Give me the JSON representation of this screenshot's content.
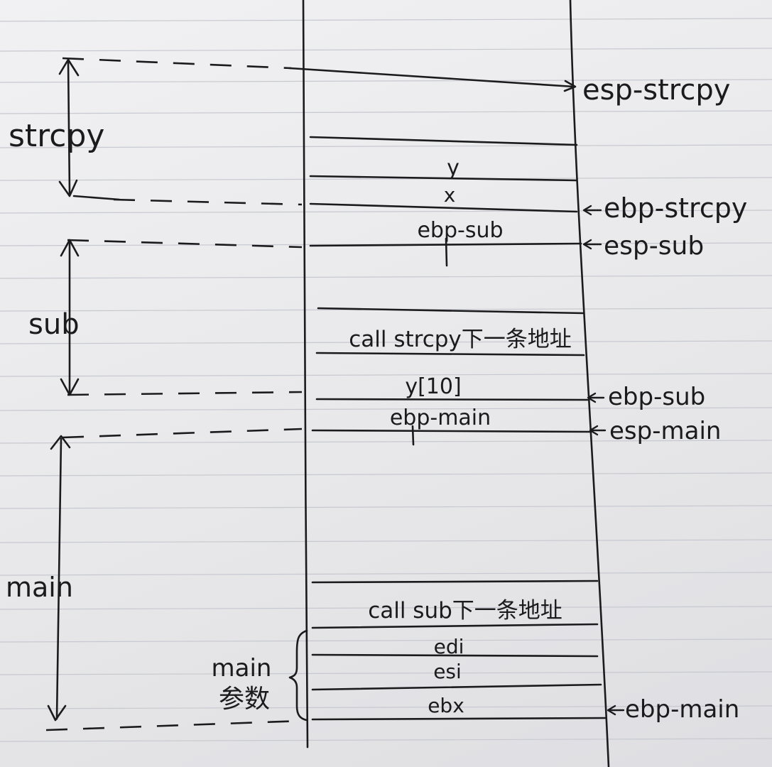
{
  "stack_cells": [
    {
      "id": "y",
      "label": "y"
    },
    {
      "id": "x",
      "label": "x"
    },
    {
      "id": "ebp-sub-saved",
      "label": "ebp-sub"
    },
    {
      "id": "ret-strcpy",
      "label": "call strcpy下一条地址"
    },
    {
      "id": "y10",
      "label": "y[10]"
    },
    {
      "id": "ebp-main-saved",
      "label": "ebp-main"
    },
    {
      "id": "ret-sub",
      "label": "call sub下一条地址"
    },
    {
      "id": "edi",
      "label": "edi"
    },
    {
      "id": "esi",
      "label": "esi"
    },
    {
      "id": "ebx",
      "label": "ebx"
    }
  ],
  "pointers": [
    {
      "id": "esp-strcpy",
      "label": "esp-strcpy"
    },
    {
      "id": "ebp-strcpy",
      "label": "ebp-strcpy"
    },
    {
      "id": "esp-sub",
      "label": "esp-sub"
    },
    {
      "id": "ebp-sub",
      "label": "ebp-sub"
    },
    {
      "id": "esp-main",
      "label": "esp-main"
    },
    {
      "id": "ebp-main",
      "label": "ebp-main"
    }
  ],
  "frames": [
    {
      "id": "strcpy",
      "label": "strcpy"
    },
    {
      "id": "sub",
      "label": "sub"
    },
    {
      "id": "main",
      "label": "main"
    }
  ],
  "main_params": {
    "line1": "main",
    "line2": "参数"
  }
}
